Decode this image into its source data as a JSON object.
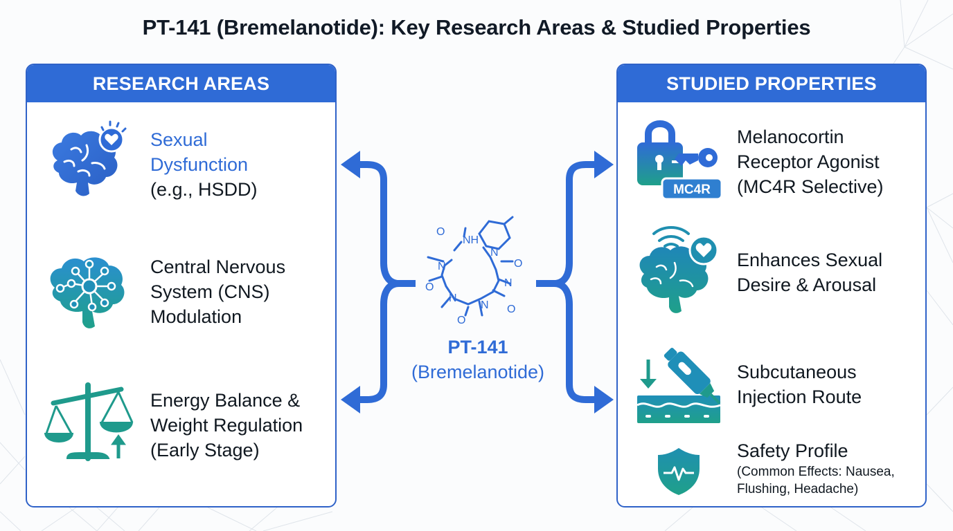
{
  "title": "PT-141 (Bremelanotide): Key Research Areas & Studied Properties",
  "colors": {
    "primary_blue": "#2f6bd6",
    "teal": "#1f9a8c",
    "text_dark": "#101820"
  },
  "left_panel": {
    "header": "RESEARCH AREAS",
    "items": [
      {
        "icon": "brain-heart-icon",
        "lines": [
          "Sexual",
          "Dysfunction",
          "(e.g., HSDD)"
        ],
        "accent_lines": 2
      },
      {
        "icon": "brain-network-icon",
        "lines": [
          "Central Nervous",
          "System (CNS)",
          "Modulation"
        ]
      },
      {
        "icon": "balance-scale-icon",
        "lines": [
          "Energy Balance &",
          "Weight Regulation",
          "(Early Stage)"
        ]
      }
    ]
  },
  "center": {
    "name": "PT-141",
    "subtitle": "(Bremelanotide)",
    "molecule_atoms": {
      "nh": "NH",
      "n": "N",
      "o": "O"
    }
  },
  "right_panel": {
    "header": "STUDIED PROPERTIES",
    "items": [
      {
        "icon": "lock-key-icon",
        "badge": "MC4R",
        "lines": [
          "Melanocortin",
          "Receptor Agonist",
          "(MC4R Selective)"
        ]
      },
      {
        "icon": "brain-signal-heart-icon",
        "lines": [
          "Enhances Sexual",
          "Desire & Arousal"
        ]
      },
      {
        "icon": "injection-pen-icon",
        "lines": [
          "Subcutaneous",
          "Injection Route"
        ]
      },
      {
        "icon": "shield-pulse-icon",
        "lines": [
          "Safety Profile"
        ],
        "small_lines": [
          "(Common Effects: Nausea,",
          "Flushing, Headache)"
        ]
      }
    ]
  }
}
